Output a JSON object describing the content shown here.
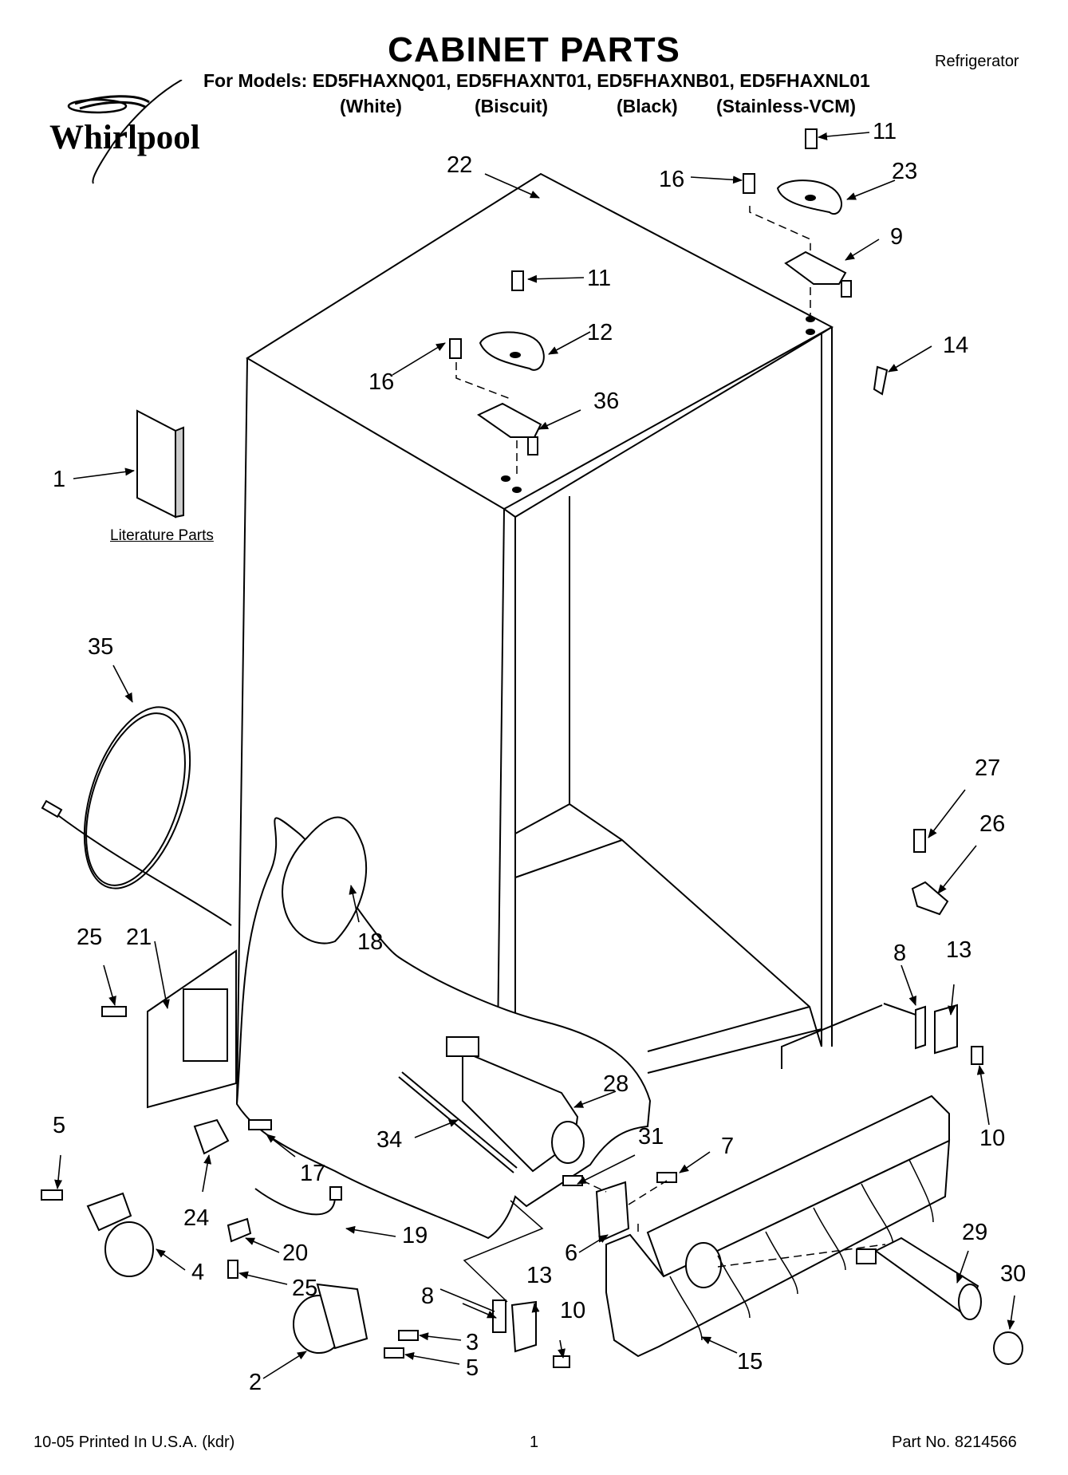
{
  "header": {
    "title": "CABINET PARTS",
    "models": "For Models: ED5FHAXNQ01, ED5FHAXNT01, ED5FHAXNB01, ED5FHAXNL01",
    "colors": [
      "(White)",
      "(Biscuit)",
      "(Black)",
      "(Stainless-VCM)"
    ],
    "appliance": "Refrigerator",
    "brand": "Whirlpool"
  },
  "literature_label": "Literature Parts",
  "callouts": [
    {
      "num": "1"
    },
    {
      "num": "2"
    },
    {
      "num": "3"
    },
    {
      "num": "4"
    },
    {
      "num": "5"
    },
    {
      "num": "5"
    },
    {
      "num": "6"
    },
    {
      "num": "7"
    },
    {
      "num": "8"
    },
    {
      "num": "8"
    },
    {
      "num": "9"
    },
    {
      "num": "10"
    },
    {
      "num": "10"
    },
    {
      "num": "11"
    },
    {
      "num": "11"
    },
    {
      "num": "12"
    },
    {
      "num": "13"
    },
    {
      "num": "13"
    },
    {
      "num": "14"
    },
    {
      "num": "15"
    },
    {
      "num": "16"
    },
    {
      "num": "16"
    },
    {
      "num": "17"
    },
    {
      "num": "18"
    },
    {
      "num": "19"
    },
    {
      "num": "20"
    },
    {
      "num": "21"
    },
    {
      "num": "22"
    },
    {
      "num": "23"
    },
    {
      "num": "24"
    },
    {
      "num": "25"
    },
    {
      "num": "25"
    },
    {
      "num": "26"
    },
    {
      "num": "27"
    },
    {
      "num": "28"
    },
    {
      "num": "29"
    },
    {
      "num": "30"
    },
    {
      "num": "31"
    },
    {
      "num": "34"
    },
    {
      "num": "35"
    },
    {
      "num": "36"
    }
  ],
  "footer": {
    "left": "10-05 Printed In U.S.A. (kdr)",
    "page": "1",
    "right": "Part No. 8214566"
  }
}
